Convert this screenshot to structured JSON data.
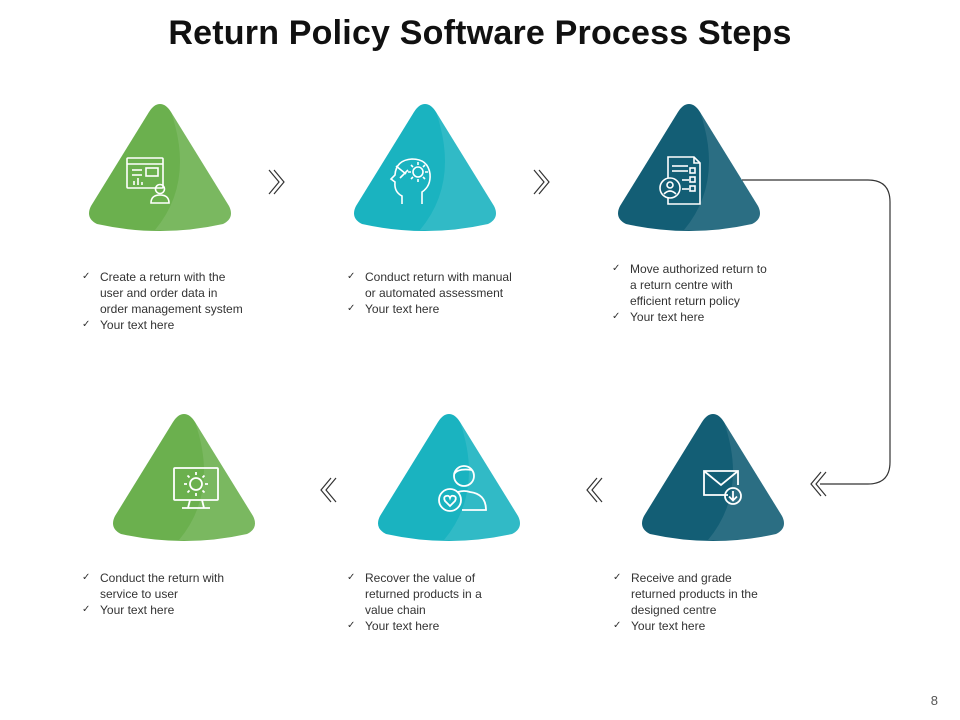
{
  "title": "Return Policy Software Process Steps",
  "page_number": "8",
  "colors": {
    "green": "#6bb04e",
    "teal": "#1ab3c0",
    "dark_teal": "#135e75"
  },
  "steps": [
    {
      "icon": "web-analytics-person-icon",
      "color": "#6bb04e",
      "items": [
        "Create a return with the\nuser and order data in\norder management system",
        "Your text here"
      ]
    },
    {
      "icon": "head-gear-thinking-icon",
      "color": "#1ab3c0",
      "items": [
        "Conduct return with manual\nor automated assessment",
        "Your text here"
      ]
    },
    {
      "icon": "document-checklist-user-icon",
      "color": "#135e75",
      "items": [
        "Move authorized return to\na return centre with\nefficient return policy",
        "Your text here"
      ]
    },
    {
      "icon": "envelope-download-icon",
      "color": "#135e75",
      "items": [
        "Receive  and grade\nreturned products in the\ndesigned centre",
        "Your text here"
      ]
    },
    {
      "icon": "person-heart-icon",
      "color": "#1ab3c0",
      "items": [
        "Recover the value of\nreturned products in a\nvalue chain",
        "Your text here"
      ]
    },
    {
      "icon": "monitor-gear-icon",
      "color": "#6bb04e",
      "items": [
        "Conduct the return with\nservice to user",
        "Your text here"
      ]
    }
  ]
}
